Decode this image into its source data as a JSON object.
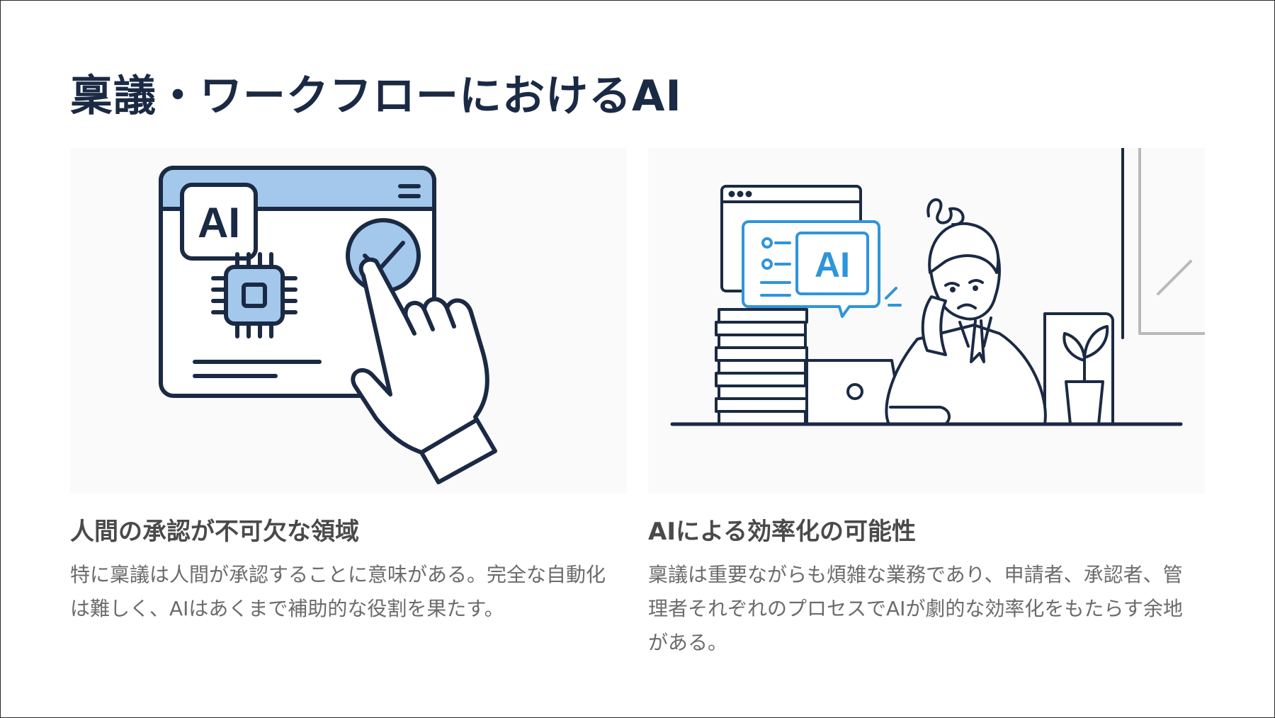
{
  "slide": {
    "title": "稟議・ワークフローにおけるAI"
  },
  "cards": [
    {
      "heading": "人間の承認が不可欠な領域",
      "body": "特に稟議は人間が承認することに意味がある。完全な自動化は難しく、AIはあくまで補助的な役割を果たす。",
      "illustration": {
        "badge_text": "AI",
        "icons": [
          "ai-badge-icon",
          "chip-icon",
          "check-circle-icon",
          "pointing-hand-icon",
          "menu-icon"
        ]
      }
    },
    {
      "heading": "AIによる効率化の可能性",
      "body": "稟議は重要ながらも煩雑な業務であり、申請者、承認者、管理者それぞれのプロセスでAIが劇的な効率化をもたらす余地がある。",
      "illustration": {
        "badge_text": "AI",
        "icons": [
          "browser-window-icon",
          "ai-bubble-icon",
          "stressed-person-icon",
          "paper-stack-icon",
          "plant-icon",
          "laptop-icon"
        ]
      }
    }
  ],
  "colors": {
    "title": "#1b2a44",
    "ink": "#1b2a44",
    "accent_light": "#a3c8ec",
    "accent_blue": "#2f95d9",
    "heading": "#4a4a4a",
    "body": "#6b6b6b"
  }
}
